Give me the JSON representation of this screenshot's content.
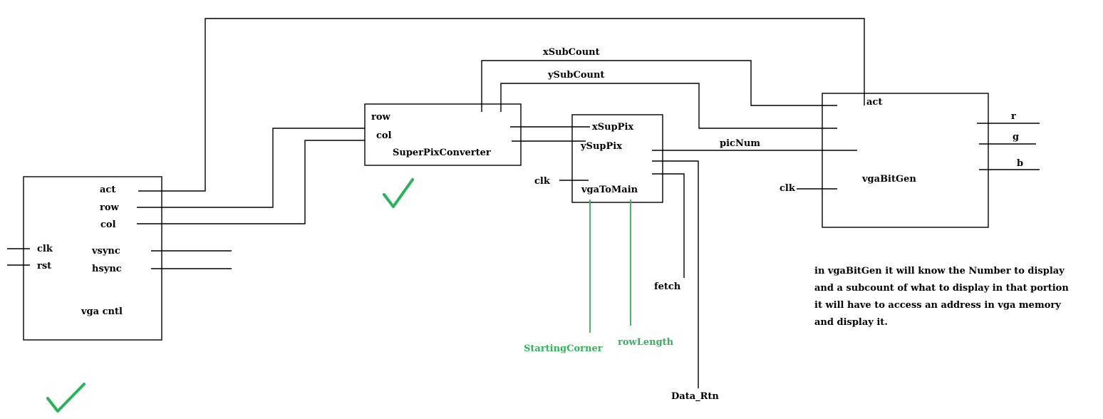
{
  "colors": {
    "line": "#000000",
    "annotation_green": "#33b35a",
    "check_green": "#26b35a"
  },
  "vga_cntl": {
    "name": "vga cntl",
    "out_act": "act",
    "out_row": "row",
    "out_col": "col",
    "out_vsync": "vsync",
    "out_hsync": "hsync",
    "in_clk": "clk",
    "in_rst": "rst"
  },
  "superpix": {
    "name": "SuperPixConverter",
    "in_row": "row",
    "in_col": "col"
  },
  "vgatomain": {
    "name": "vgaToMain",
    "in_xsuppix": "xSupPix",
    "in_ysuppix": "ySupPix",
    "in_clk": "clk"
  },
  "vgabitgen": {
    "name": "vgaBitGen",
    "in_act": "act",
    "in_clk": "clk",
    "out_r": "r",
    "out_g": "g",
    "out_b": "b"
  },
  "signals": {
    "xsubcount": "xSubCount",
    "ysubcount": "ySubCount",
    "picnum": "picNum",
    "fetch": "fetch",
    "data_rtn": "Data_Rtn",
    "starting_corner": "StartingCorner",
    "row_length": "rowLength"
  },
  "note": {
    "line1": "in vgaBitGen it will know the Number to display",
    "line2": "and a subcount of what to display in that portion",
    "line3": "it will have to access an address in vga memory",
    "line4": "and display it."
  },
  "checkmarks": [
    "superpix-done",
    "vga-cntl-done"
  ]
}
